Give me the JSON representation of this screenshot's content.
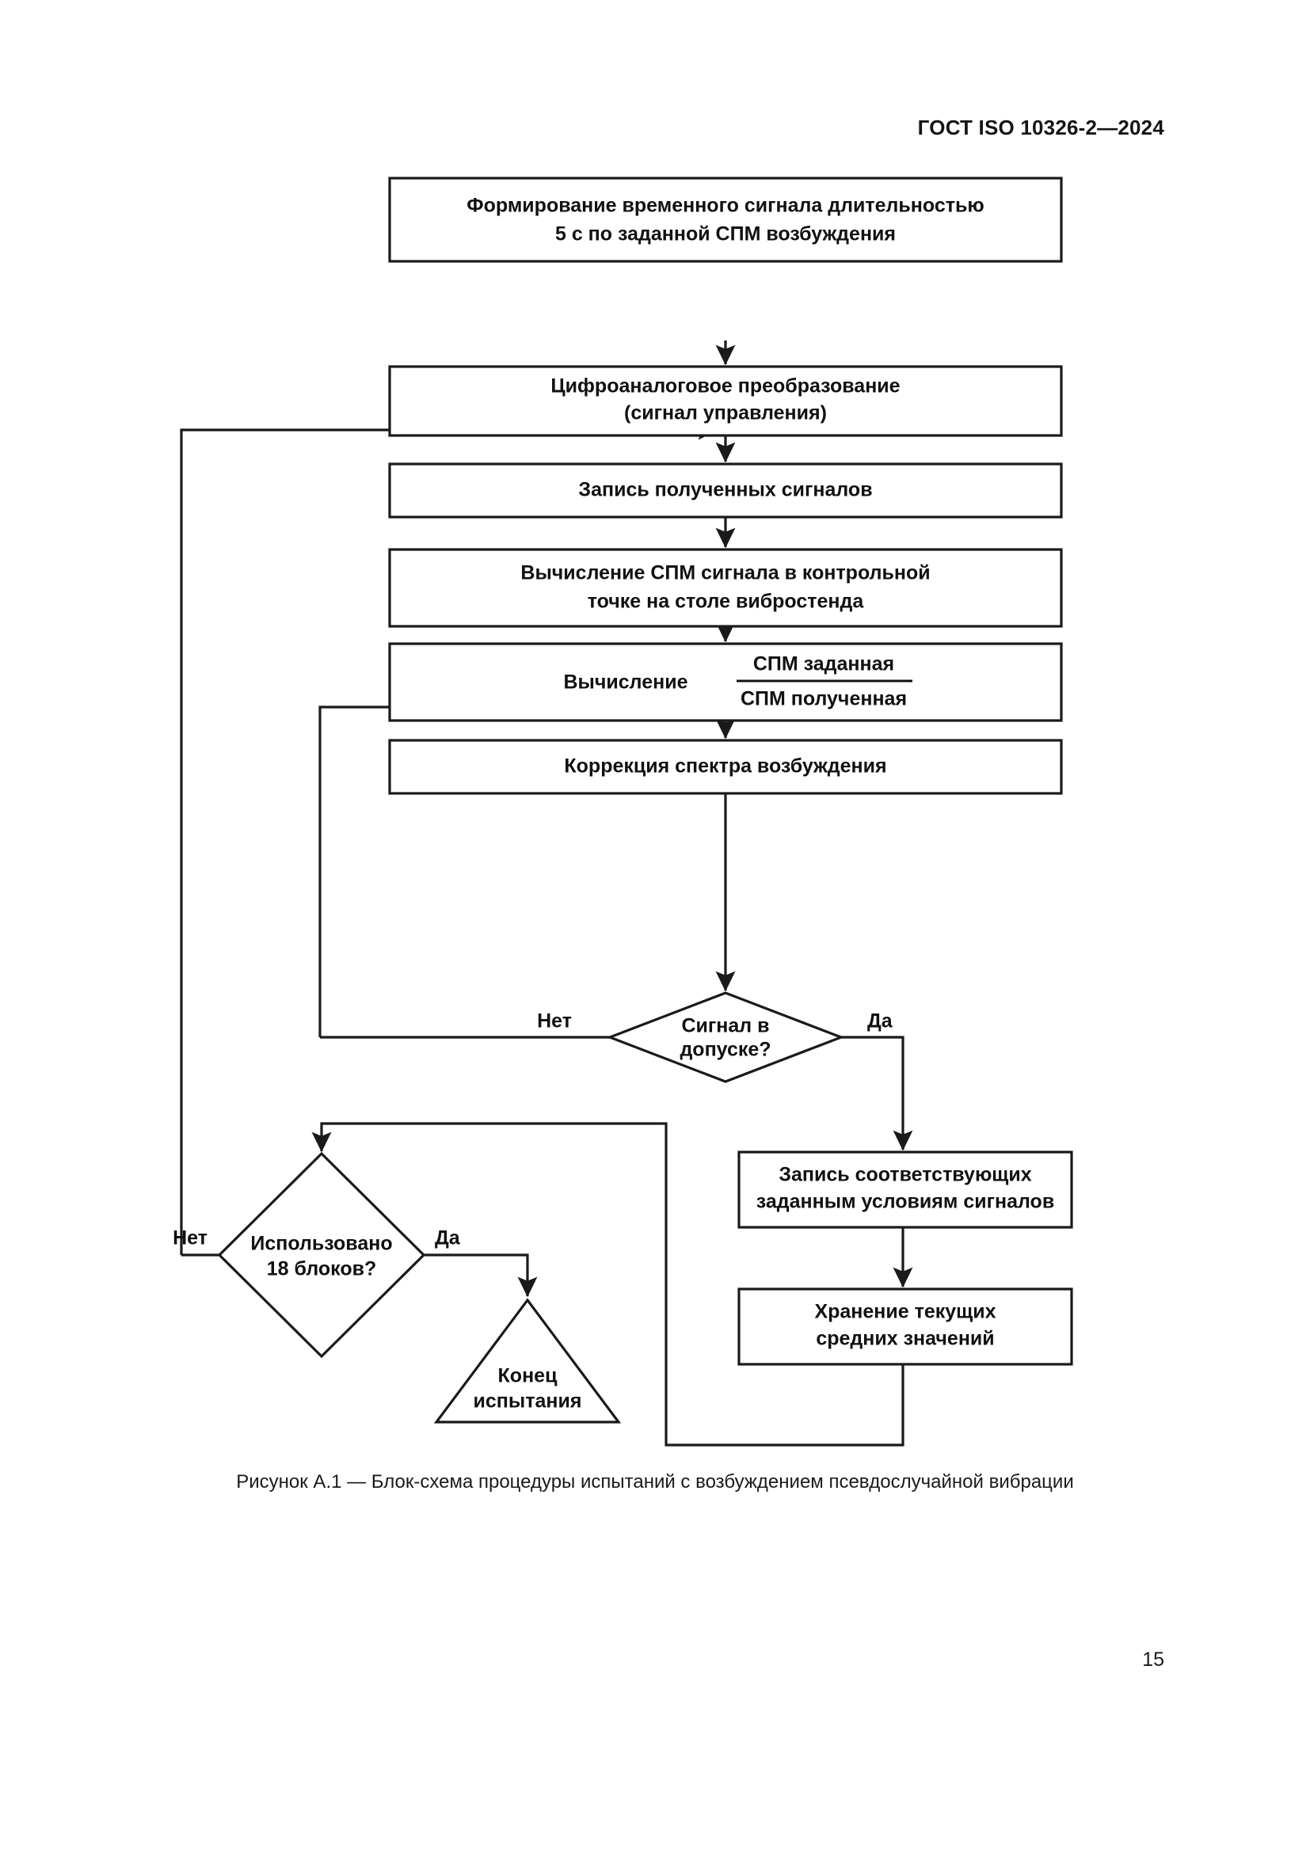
{
  "header": {
    "standard_title": "ГОСТ ISO 10326-2—2024"
  },
  "figure": {
    "caption": "Рисунок А.1 — Блок-схема процедуры испытаний с возбуждением псевдослучайной вибрации",
    "nodes": {
      "signal_generation": {
        "line1": "Формирование временного сигнала длительностью",
        "line2": "5 с по заданной СПМ возбуждения"
      },
      "dac": {
        "line1": "Цифроаналоговое преобразование",
        "line2": "(сигнал управления)"
      },
      "record_signals": {
        "line1": "Запись полученных сигналов"
      },
      "compute_psd": {
        "line1": "Вычисление СПМ сигнала в контрольной",
        "line2": "точке на столе вибростенда"
      },
      "compute_ratio": {
        "label": "Вычисление",
        "numerator": "СПМ заданная",
        "denominator": "СПМ полученная"
      },
      "correct_spectrum": {
        "line1": "Коррекция спектра возбуждения"
      },
      "decision_tolerance": {
        "line1": "Сигнал в",
        "line2": "допуске?",
        "no_label": "Нет",
        "yes_label": "Да"
      },
      "decision_blocks": {
        "line1": "Использовано",
        "line2": "18 блоков?",
        "no_label": "Нет",
        "yes_label": "Да"
      },
      "record_matching": {
        "line1": "Запись соответствующих",
        "line2": "заданным условиям сигналов"
      },
      "store_averages": {
        "line1": "Хранение текущих",
        "line2": "средних значений"
      },
      "end_test": {
        "line1": "Конец",
        "line2": "испытания"
      }
    }
  },
  "footer": {
    "page_number": "15"
  },
  "colors": {
    "ink": "#1a1a1a",
    "paper": "#ffffff"
  }
}
